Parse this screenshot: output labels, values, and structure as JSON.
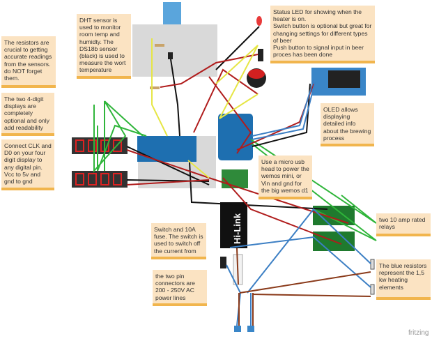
{
  "notes": {
    "resistors": "The resistors are crucial to getting accurate readings from the sensors. do NOT forget them.",
    "displays": "The two 4-digit displays are completely optional and only add readability",
    "clk": "Connect CLK and D0 on your four digit display to any digital pin. Vcc to 5v and gnd to gnd",
    "dht": "DHT sensor is used to monitor room temp and humidty. The DS18b sensor (black) is used to measure the wort temperature",
    "status": "Status LED for showing when the heater is on.\nSwitch button is optional but great for changing settings for different types of beer\nPush button to signal input in beer proces has been done",
    "oled": "OLED allows displaying detailed info about the brewing process",
    "usb": "Use a micro usb head to power the wemos mini, or Vin and gnd for the big wemos d1",
    "switch": "Switch and 10A fuse. The switch is used to switch off the current from",
    "pins": "the two pin connectors are 200 - 250V AC power lines",
    "relays": "two 10 amp rated relays",
    "heaters": "The blue resistors represent the 1,5 kw heating elements"
  },
  "labels": {
    "hilink": "Hi-Link",
    "watermark": "fritzing"
  },
  "colors": {
    "note_bg": "#fbe3c2",
    "note_border": "#f1b54d",
    "wire_green": "#2fb53a",
    "wire_red": "#b01c1c",
    "wire_black": "#111111",
    "wire_yellow": "#e6e645",
    "wire_blue": "#3c7fc4",
    "wire_brown": "#8a3a1a"
  }
}
